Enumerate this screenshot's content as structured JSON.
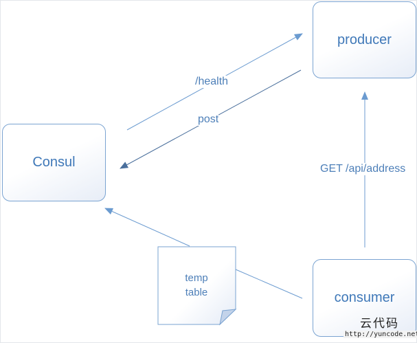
{
  "nodes": {
    "producer": "producer",
    "consul": "Consul",
    "consumer": "consumer",
    "note": [
      "temp",
      "table"
    ]
  },
  "edges": {
    "health": "/health",
    "post": "post",
    "get": "GET /api/address"
  },
  "colors": {
    "line": "#6b9bd0",
    "text": "#3f78b8",
    "border": "#7aa3d1"
  },
  "watermark": {
    "cn": "云代码",
    "url": "http://yuncode.net"
  }
}
